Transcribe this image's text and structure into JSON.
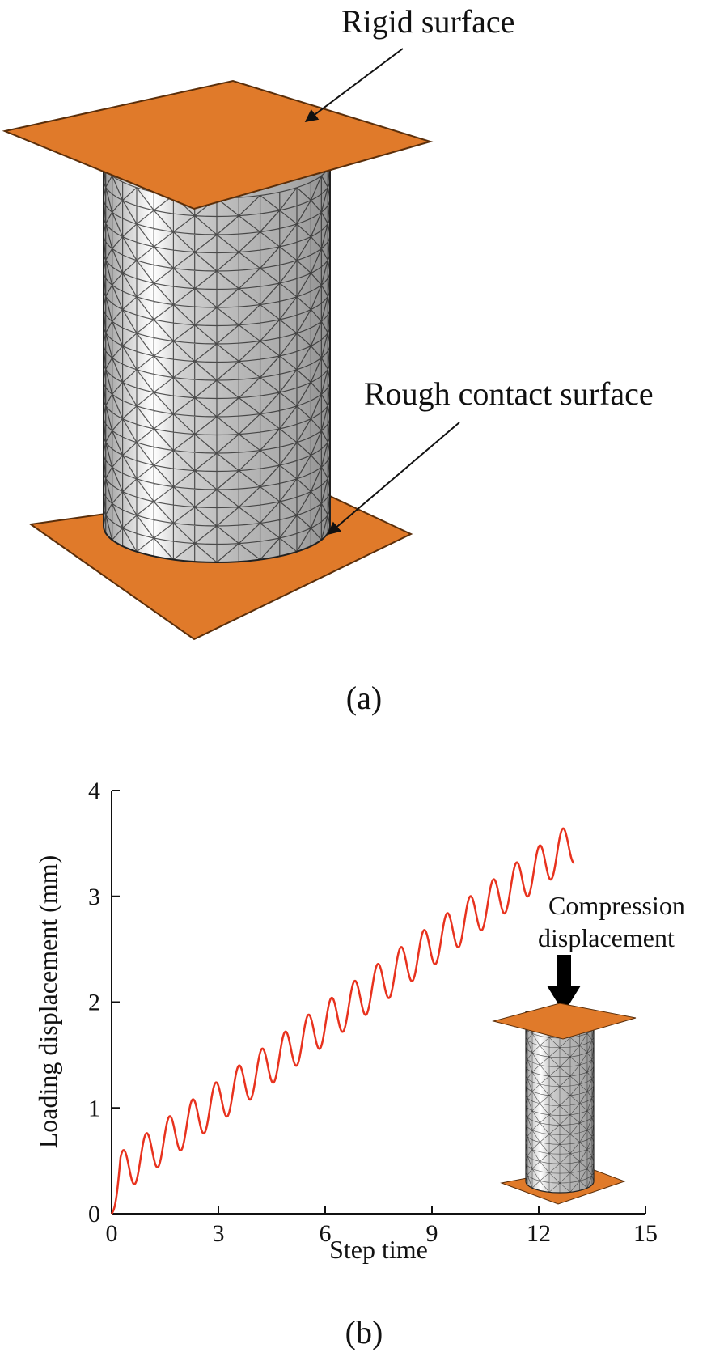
{
  "panel_a": {
    "callout_top": "Rigid surface",
    "callout_bottom": "Rough contact surface",
    "caption": "(a)"
  },
  "panel_b": {
    "caption": "(b)",
    "inset_label_line1": "Compression",
    "inset_label_line2": "displacement"
  },
  "colors": {
    "plate": "#e07a2a",
    "plate_edge": "#5a2e0a",
    "mesh_fill": "#c8c8c8",
    "mesh_line": "#222222",
    "curve": "#e8321e"
  },
  "chart_data": {
    "type": "line",
    "xlabel": "Step time",
    "ylabel": "Loading displacement (mm)",
    "xlim": [
      0,
      15
    ],
    "ylim": [
      0,
      4
    ],
    "xticks": [
      0,
      3,
      6,
      9,
      12,
      15
    ],
    "yticks": [
      0,
      1,
      2,
      3,
      4
    ],
    "grid": false,
    "series": [
      {
        "description_of_shape": "linear ramp with superimposed sinusoidal oscillation",
        "x_end": 13,
        "trend_start": 0.32,
        "trend_end": 3.52,
        "amplitude": 0.2,
        "period": 0.65
      }
    ]
  }
}
